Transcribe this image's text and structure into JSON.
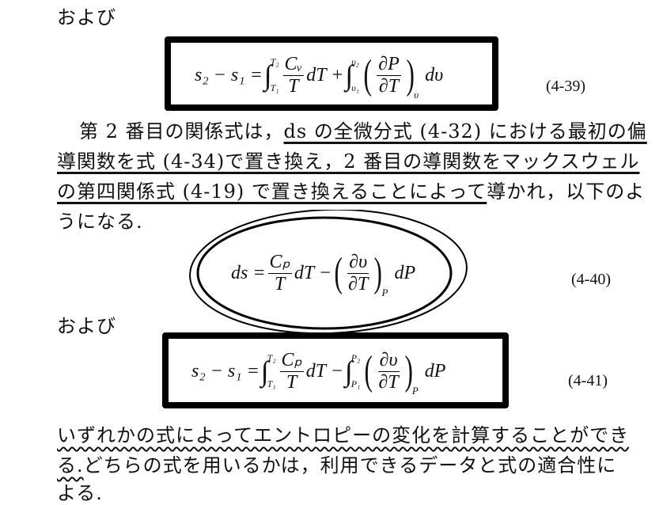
{
  "and_label_1": "および",
  "eq39": {
    "lhs": "s₂ − s₁ =",
    "int1_upper": "T₂",
    "int1_lower": "T₁",
    "frac1_num": "Cᵥ",
    "frac1_den": "T",
    "dT": "dT +",
    "int2_upper": "υ₂",
    "int2_lower": "υ₁",
    "d_num": "∂P",
    "d_den": "∂T",
    "d_sub": "υ",
    "tail": "dυ",
    "number": "(4-39)"
  },
  "para1": {
    "line1_a": "第 2 番目の関係式は，",
    "line1_b": "ds の全微分式 (4-32) における最初の偏",
    "line2": "導関数を式 (4-34)で置き換え，2 番目の導関数をマックスウェル",
    "line3_a": "の第四関係式 (4-19) で置き換えることによって",
    "line3_b": "導かれ，以下のよ",
    "line4": "うになる."
  },
  "eq40": {
    "lhs": "ds =",
    "frac_num": "Cₚ",
    "frac_den": "T",
    "dT": "dT −",
    "d_num": "∂υ",
    "d_den": "∂T",
    "d_sub": "P",
    "tail": "dP",
    "number": "(4-40)"
  },
  "and_label_2": "および",
  "eq41": {
    "lhs": "s₂ − s₁ =",
    "int1_upper": "T₂",
    "int1_lower": "T₁",
    "frac1_num": "Cₚ",
    "frac1_den": "T",
    "dT": "dT −",
    "int2_upper": "P₂",
    "int2_lower": "P₁",
    "d_num": "∂υ",
    "d_den": "∂T",
    "d_sub": "P",
    "tail": "dP",
    "number": "(4-41)"
  },
  "para2": {
    "line1": "いずれかの式によってエントロピーの変化を計算することができ",
    "line2_a": "る.",
    "line2_b": "どちらの式を用いるかは，利用できるデータと式の適合性に",
    "line3": "よる."
  }
}
